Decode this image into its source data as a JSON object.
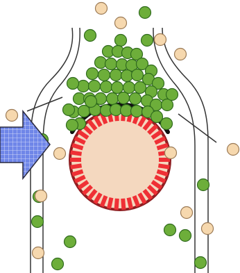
{
  "colors": {
    "background": "#ffffff",
    "green_particle": "#6dae3a",
    "green_particle_stroke": "#2f6a1d",
    "beige_particle": "#f6d8ae",
    "beige_particle_stroke": "#9b7a55",
    "center_sphere_fill": "#f4d8bf",
    "center_sphere_stroke": "#b21e24",
    "red_dash": "#ef3035",
    "black_arc": "#111111",
    "channel_line": "#333333",
    "arrow_fill": "#6f86e8",
    "arrow_grid": "#ffffff",
    "arrow_stroke": "#2a2a3f"
  },
  "icons": {
    "arrow": "right-arrow-icon",
    "green_particle": "circle-icon",
    "beige_particle": "circle-icon",
    "center_sphere": "sphere-icon"
  },
  "diagram": {
    "center_sphere": {
      "visible": true
    },
    "flow_arrow_direction": "right",
    "channel_walls": 4,
    "green_particles_count": 63,
    "beige_particles_count": 12
  }
}
